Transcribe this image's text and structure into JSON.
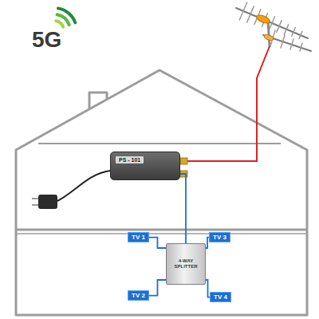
{
  "diagram": {
    "nodes": [
      {
        "text": [
          "PS - 101"
        ]
      },
      {
        "text": [
          "4-WAY SPLITTER"
        ]
      },
      {
        "text": [
          "TV 1"
        ]
      },
      {
        "text": [
          "TV 3"
        ]
      },
      {
        "text": [
          "TV 2"
        ]
      },
      {
        "text": [
          "TV 4"
        ]
      }
    ],
    "edges": [
      {
        "from": 0,
        "to": 1,
        "arrow": "none"
      },
      {
        "from": 1,
        "to": 2,
        "arrow": "none"
      },
      {
        "from": 1,
        "to": 3,
        "arrow": "none"
      },
      {
        "from": 1,
        "to": 4,
        "arrow": "none"
      },
      {
        "from": 1,
        "to": 5,
        "arrow": "none"
      }
    ],
    "labels": [
      "5G"
    ]
  }
}
